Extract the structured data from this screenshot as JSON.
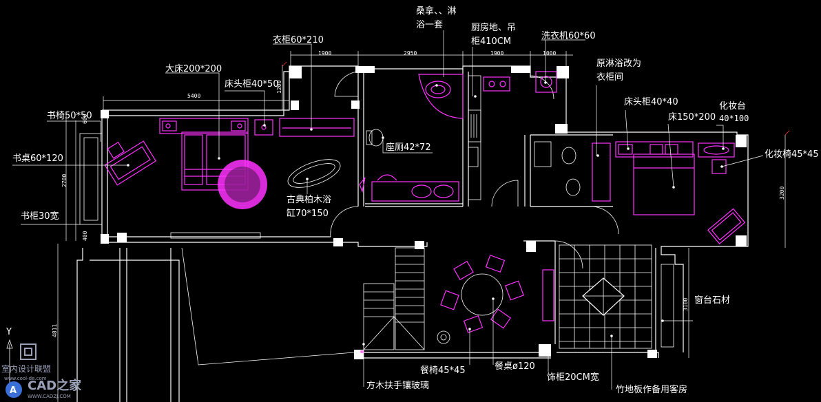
{
  "labels": {
    "sauna": "桑拿、、淋",
    "sauna2": "浴一套",
    "kitchen": "厨房地、吊",
    "kitchen2": "柜410CM",
    "washer": "洗衣机60*60",
    "wardrobe": "衣柜60*210",
    "old_shower": "原淋浴改为",
    "old_shower2": "衣柜间",
    "big_bed": "大床200*200",
    "nightstand_left": "床头柜40*50",
    "nightstand_right": "床头柜40*40",
    "bed_right": "床150*200",
    "vanity": "化妆台",
    "vanity_size": "40*100",
    "vanity_chair": "化妆椅45*45",
    "desk_chair": "书椅50*50",
    "desk": "书桌60*120",
    "bookcase": "书柜30宽",
    "toilet": "座厕42*72",
    "bathtub": "古典柏木浴",
    "bathtub2": "缸70*150",
    "window_sill": "窗台石材",
    "dining_chair": "餐椅45*45",
    "dining_table": "餐桌ø120",
    "cabinet": "饰柜20CM宽",
    "stair_rail": "方木扶手镶玻璃",
    "guest_room": "竹地板作备用客房"
  },
  "dimensions": {
    "d1900a": "1900",
    "d2950": "2950",
    "d1900b": "1900",
    "d1000": "1000",
    "d5400": "5400",
    "d1200": "1200",
    "d600": "600",
    "d2700": "2700",
    "d400": "400",
    "d3200": "3200",
    "d3100": "3100",
    "d4811": "4811"
  },
  "watermark": {
    "brand": "CAD之家",
    "site": "WWW.CADZJ.COM",
    "union": "室内设计联盟",
    "union_site": "www.cool-de.com",
    "axis_y": "Y"
  },
  "colors": {
    "background": "#000000",
    "walls": "#ffffff",
    "furniture": "#ff33ff",
    "accent": "#ff3333"
  }
}
